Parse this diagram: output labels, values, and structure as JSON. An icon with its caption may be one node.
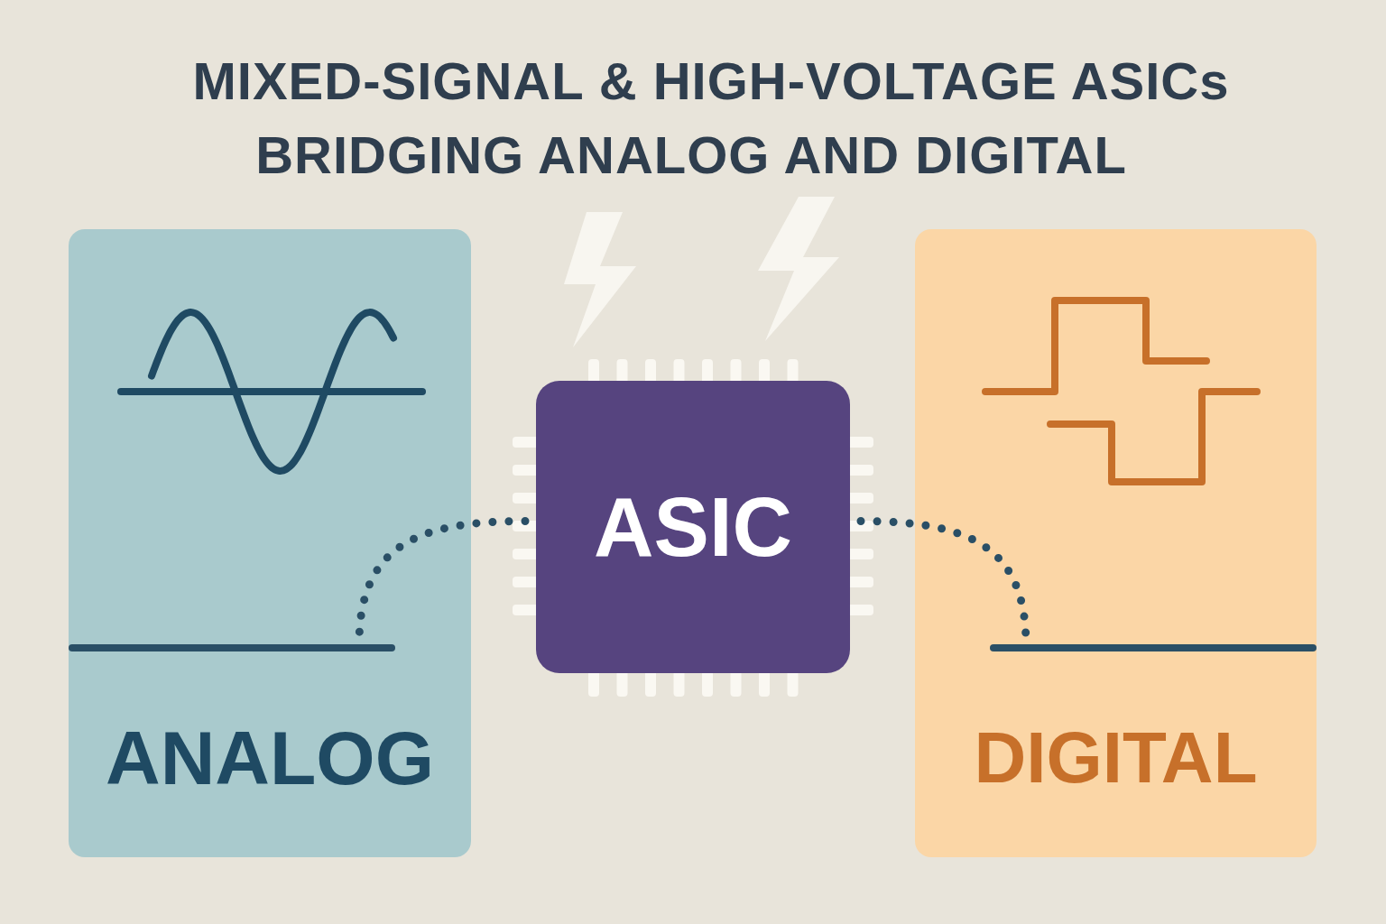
{
  "diagram": {
    "title": "MIXED-SIGNAL & HIGH-VOLTAGE ASICs",
    "nodes": [
      {
        "text": [
          "ANALOG"
        ]
      },
      {
        "text": [],
        "shape": "bar",
        "in": 0
      },
      {
        "text": [
          "ASIC"
        ]
      },
      {
        "text": [
          "DIGITAL"
        ]
      },
      {
        "text": [],
        "shape": "bar",
        "in": 3
      }
    ],
    "edges": [
      {
        "from": 2,
        "to": 1,
        "arrow": "none",
        "style": "dashed"
      },
      {
        "from": 2,
        "to": 4,
        "arrow": "none",
        "style": "dashed"
      }
    ],
    "labels": [
      "BRIDGING ANALOG AND DIGITAL"
    ]
  }
}
